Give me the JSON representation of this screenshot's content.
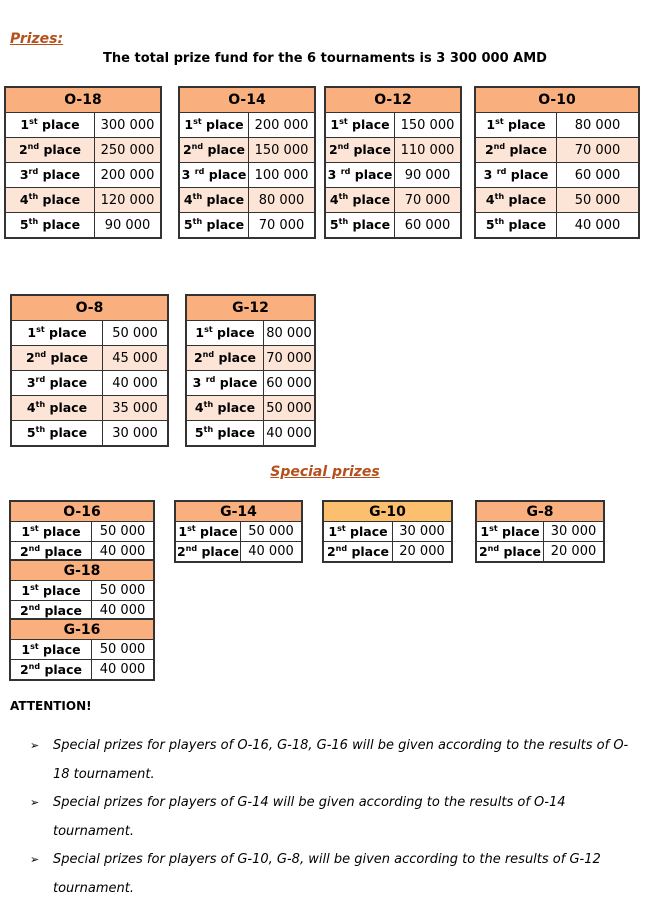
{
  "title": "Prizes:",
  "fund_text": "The total prize fund for the 6 tournaments is 3 300 000 AMD",
  "special_title": "Special prizes",
  "place_word": "place",
  "colors": {
    "header": "#f9b07e",
    "header_g10": "#fbbf6e",
    "alt_row": "#fce4d6",
    "title": "#b5501c"
  },
  "tables": [
    {
      "name": "O-18",
      "rows": [
        [
          "1",
          "st",
          "300 000"
        ],
        [
          "2",
          "nd",
          "250 000"
        ],
        [
          "3",
          "rd",
          "200 000"
        ],
        [
          "4",
          "th",
          "120 000"
        ],
        [
          "5",
          "th",
          "90 000"
        ]
      ]
    },
    {
      "name": "O-14",
      "rows": [
        [
          "1",
          "st",
          "200 000"
        ],
        [
          "2",
          "nd",
          "150 000"
        ],
        [
          "3 ",
          "rd",
          "100 000"
        ],
        [
          "4",
          "th",
          "80 000"
        ],
        [
          "5",
          "th",
          "70 000"
        ]
      ]
    },
    {
      "name": "O-12",
      "rows": [
        [
          "1",
          "st",
          "150 000"
        ],
        [
          "2",
          "nd",
          "110 000"
        ],
        [
          "3 ",
          "rd",
          "90 000"
        ],
        [
          "4",
          "th",
          "70 000"
        ],
        [
          "5",
          "th",
          "60 000"
        ]
      ]
    },
    {
      "name": "O-10",
      "rows": [
        [
          "1",
          "st",
          "80 000"
        ],
        [
          "2",
          "nd",
          "70 000"
        ],
        [
          "3 ",
          "rd",
          "60 000"
        ],
        [
          "4",
          "th",
          "50 000"
        ],
        [
          "5",
          "th",
          "40 000"
        ]
      ]
    },
    {
      "name": "O-8",
      "rows": [
        [
          "1",
          "st",
          "50 000"
        ],
        [
          "2",
          "nd",
          "45 000"
        ],
        [
          "3",
          "rd",
          "40 000"
        ],
        [
          "4",
          "th",
          "35 000"
        ],
        [
          "5",
          "th",
          "30 000"
        ]
      ]
    },
    {
      "name": "G-12",
      "rows": [
        [
          "1",
          "st",
          "80 000"
        ],
        [
          "2",
          "nd",
          "70 000"
        ],
        [
          "3 ",
          "rd",
          "60 000"
        ],
        [
          "4",
          "th",
          "50 000"
        ],
        [
          "5",
          "th",
          "40 000"
        ]
      ]
    }
  ],
  "special_tables": [
    {
      "name": "O-16",
      "rows": [
        [
          "1",
          "st",
          "50 000"
        ],
        [
          "2",
          "nd",
          "40 000"
        ]
      ]
    },
    {
      "name": "G-18",
      "rows": [
        [
          "1",
          "st",
          "50 000"
        ],
        [
          "2",
          "nd",
          "40 000"
        ]
      ]
    },
    {
      "name": "G-16",
      "rows": [
        [
          "1",
          "st",
          "50 000"
        ],
        [
          "2",
          "nd",
          "40 000"
        ]
      ]
    },
    {
      "name": "G-14",
      "rows": [
        [
          "1",
          "st",
          "50 000"
        ],
        [
          "2",
          "nd",
          "40 000"
        ]
      ]
    },
    {
      "name": "G-10",
      "rows": [
        [
          "1",
          "st",
          "30 000"
        ],
        [
          "2",
          "nd",
          "20 000"
        ]
      ]
    },
    {
      "name": "G-8",
      "rows": [
        [
          "1",
          "st",
          "30 000"
        ],
        [
          "2",
          "nd",
          "20 000"
        ]
      ]
    }
  ],
  "attention": "ATTENTION!",
  "bullet_icon": "arrowhead-bullet",
  "notes": [
    "Special prizes for players of O-16, G-18, G-16 will be given according to the results of O-18 tournament.",
    "Special prizes for players of G-14 will be given according to the results of O-14 tournament.",
    "Special prizes for players of G-10, G-8,  will be given according to the results of G-12 tournament."
  ]
}
